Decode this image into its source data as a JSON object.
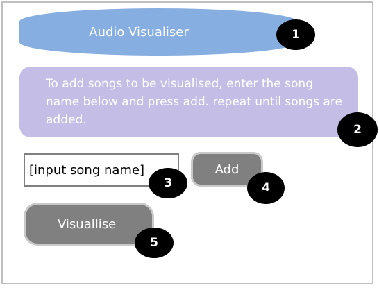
{
  "header": {
    "title": "Audio Visualiser"
  },
  "instructions": {
    "text": "To add songs to be visualised, enter the song name below and press add. repeat until songs are added."
  },
  "song_input": {
    "placeholder": "[input song name]"
  },
  "buttons": {
    "add_label": "Add",
    "visualise_label": "Visuallise"
  },
  "markers": [
    "1",
    "2",
    "3",
    "4",
    "5"
  ],
  "colors": {
    "title_banner": "#86aee0",
    "instructions_box": "#c4bde6",
    "button": "#808080",
    "marker": "#000000"
  }
}
